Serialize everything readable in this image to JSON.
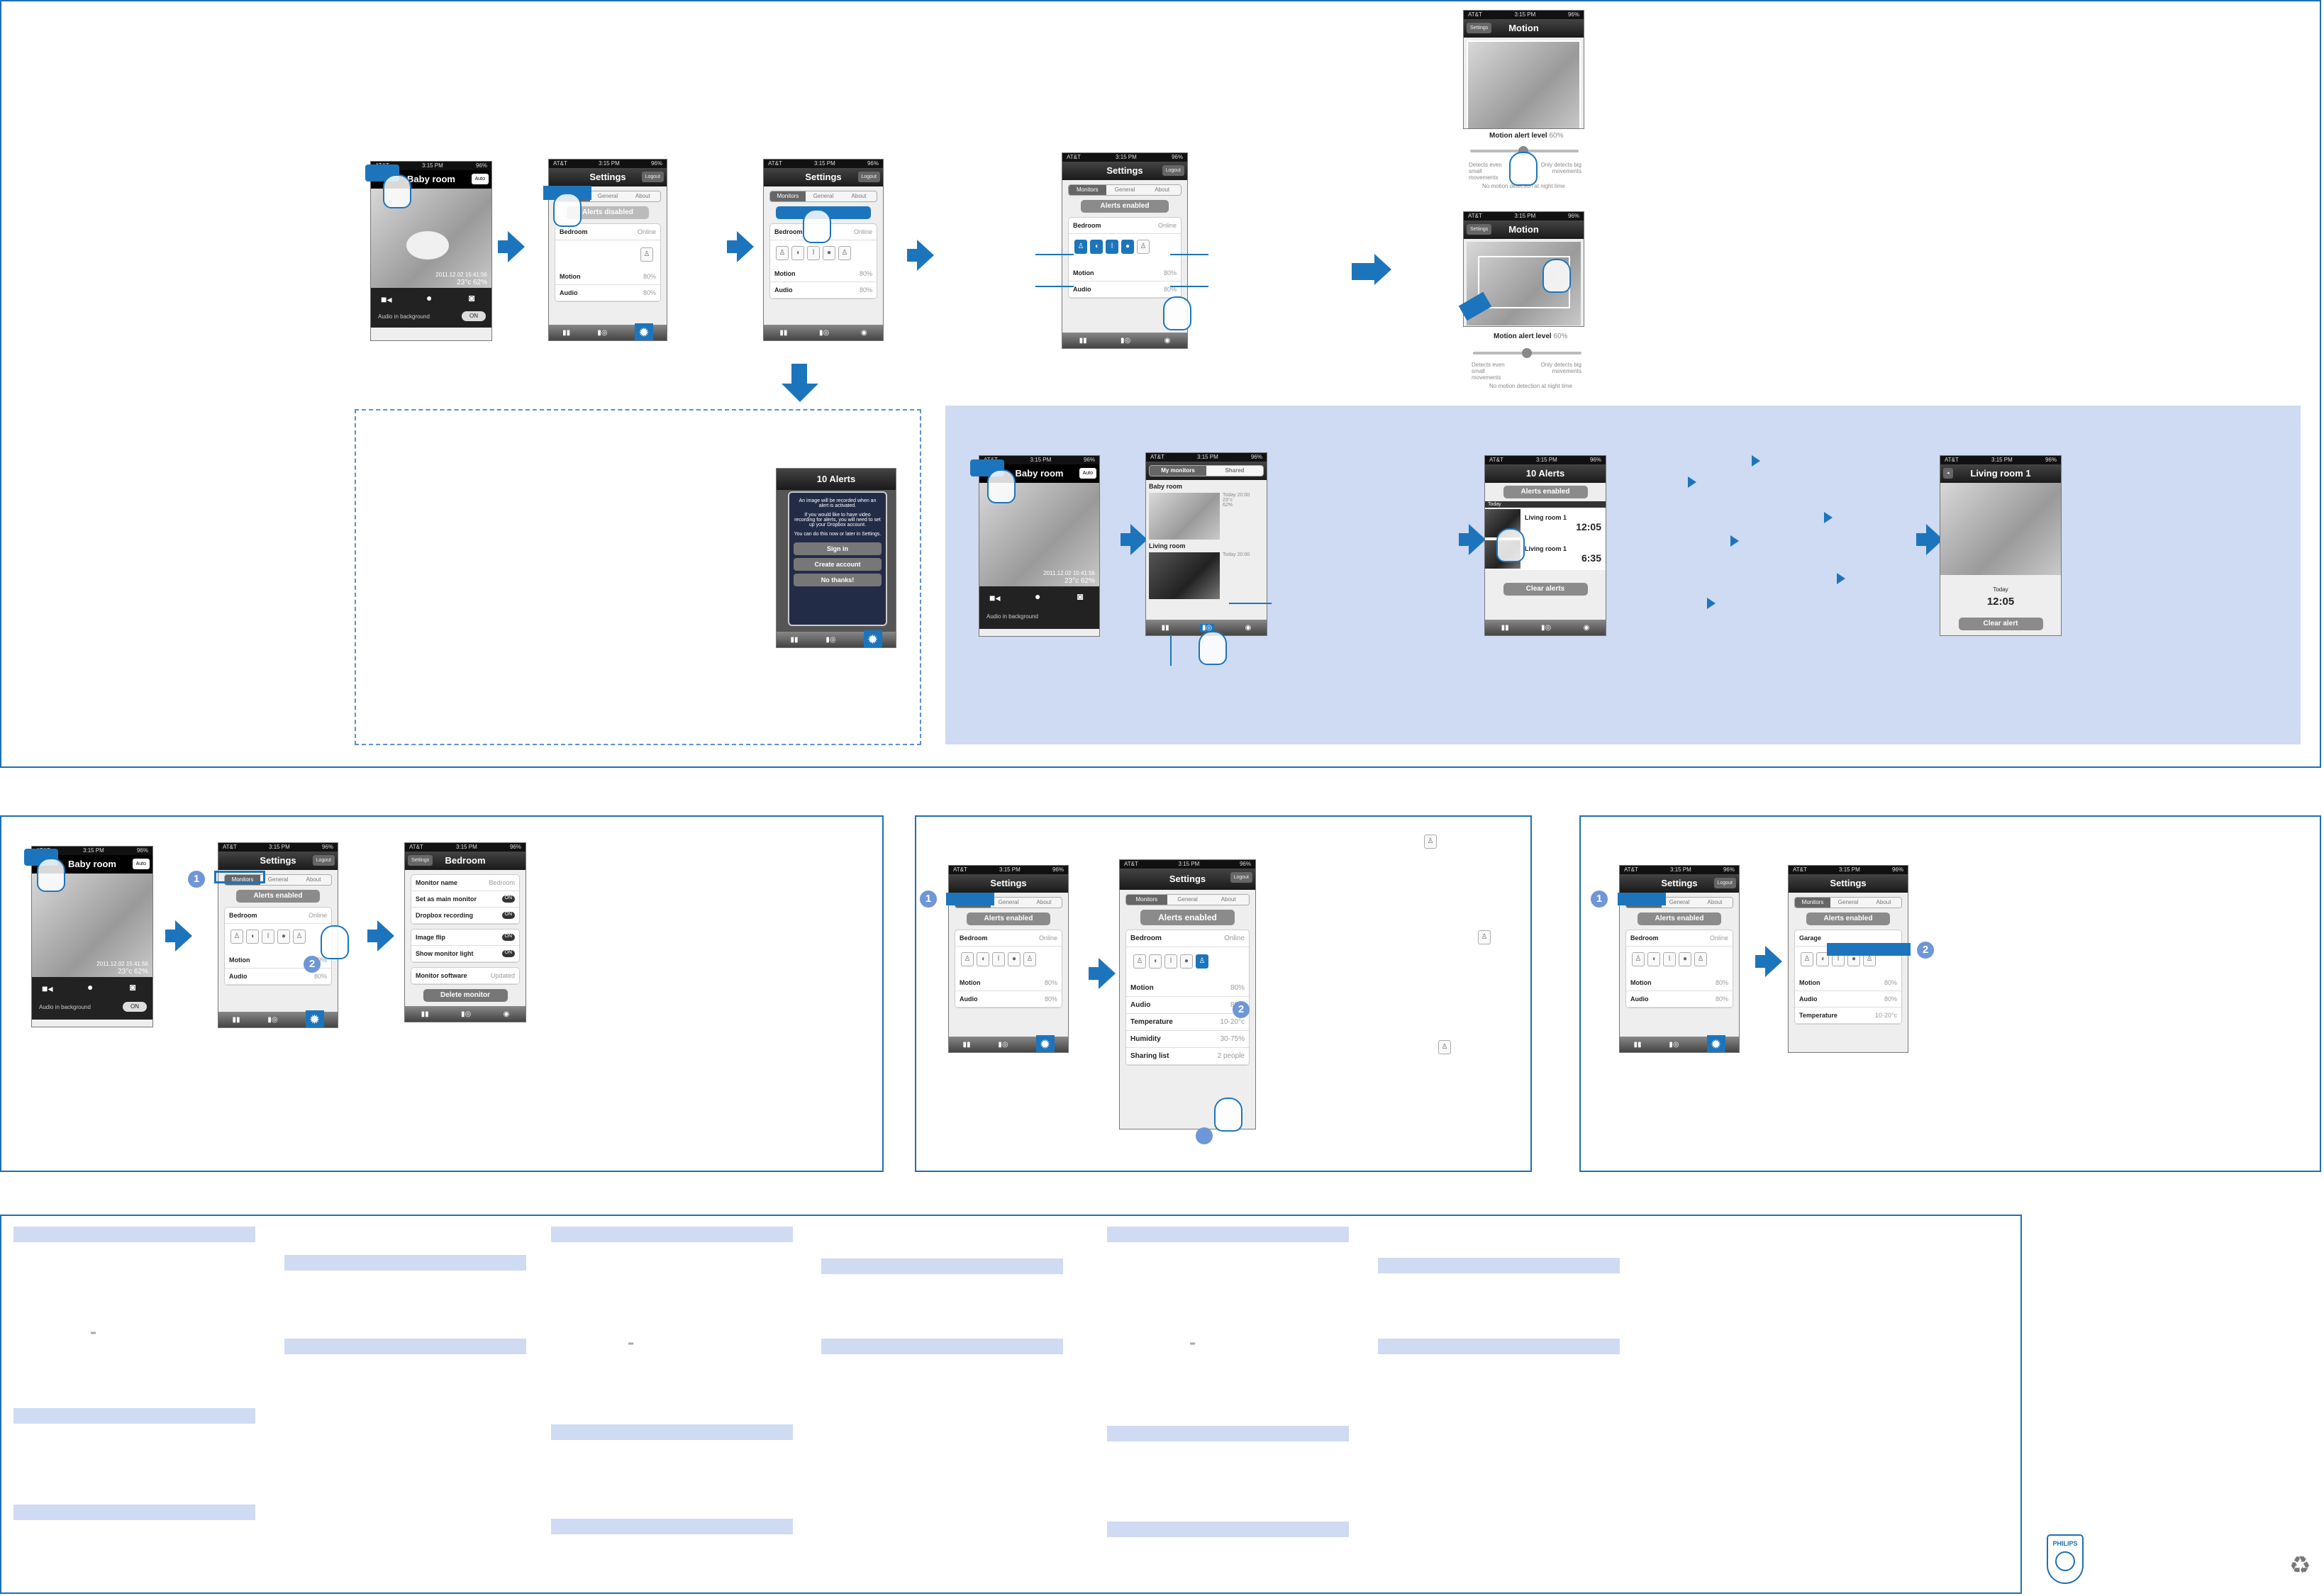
{
  "status": {
    "carrier": "AT&T",
    "time": "3:15 PM",
    "battery": "96%"
  },
  "baby": {
    "title": "Baby room",
    "auto": "Auto",
    "datetime": "2011.12.02 15:41:56",
    "temp": "23°c",
    "humidity": "62%",
    "audio_bg": "Audio in background",
    "on": "ON"
  },
  "settings": {
    "title": "Settings",
    "logout": "Logout",
    "tabs": [
      "Monitors",
      "General",
      "About"
    ],
    "alerts_disabled": "Alerts disabled",
    "alerts_enabled": "Alerts enabled",
    "bedroom": "Bedroom",
    "online": "Online",
    "motion": "Motion",
    "audio": "Audio",
    "pct": "80%",
    "temperature": "Temperature",
    "temp_range": "10-20°c",
    "humidity": "Humidity",
    "hum_range": "30-75%",
    "sharing": "Sharing list",
    "sharing_val": "2 people",
    "garage": "Garage"
  },
  "motion": {
    "title": "Motion",
    "back": "Settings",
    "level": "Motion alert level",
    "level_val": "60%",
    "left": "Detects even small movements",
    "right": "Only detects big movements",
    "note": "No motion detection at night time"
  },
  "dialog": {
    "title": "10 Alerts",
    "line1": "An image will be recorded when an alert is activated.",
    "line2": "If you would like to have video recording for alerts, you will need to set up your Dropbox account.",
    "line3": "You can do this now or later in Settings.",
    "sign_in": "Sign in",
    "create": "Create account",
    "no_thanks": "No thanks!"
  },
  "monitors": {
    "tabs": [
      "My monitors",
      "Shared"
    ],
    "baby_room": "Baby room",
    "living_room": "Living room",
    "today": "Today 20:00"
  },
  "alerts": {
    "title": "10 Alerts",
    "today": "Today",
    "room1": "Living room 1",
    "t1": "12:05",
    "t2": "6:35",
    "clear_all": "Clear alerts",
    "clear_one": "Clear alert"
  },
  "bedroom": {
    "title": "Bedroom",
    "back": "Settings",
    "name": "Monitor name",
    "set_main": "Set as main monitor",
    "dropbox": "Dropbox recording",
    "flip": "Image flip",
    "light": "Show monitor light",
    "software": "Monitor software",
    "updated": "Updated",
    "delete": "Delete monitor",
    "on": "ON"
  },
  "brand": {
    "name": "PHILIPS"
  },
  "badges": {
    "one": "1",
    "two": "2"
  }
}
